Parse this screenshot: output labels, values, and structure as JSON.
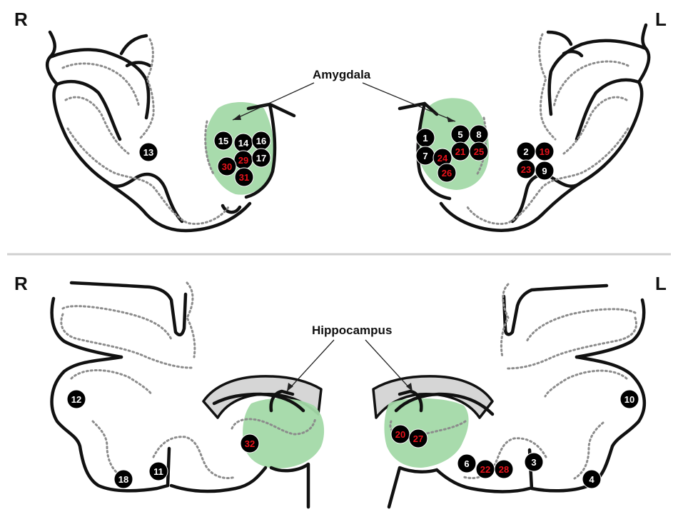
{
  "panels": {
    "top": {
      "left_side_label": "R",
      "right_side_label": "L",
      "structure_label": "Amygdala"
    },
    "bottom": {
      "left_side_label": "R",
      "right_side_label": "L",
      "structure_label": "Hippocampus"
    }
  },
  "colors": {
    "marker_fill": "#000000",
    "label_white": "#ffffff",
    "label_red": "#e8121b",
    "structure_fill": "#a3d9a8",
    "separator": "#d0d0d0"
  },
  "markers": [
    {
      "id": "13",
      "panel": "top",
      "color": "white"
    },
    {
      "id": "15",
      "panel": "top",
      "color": "white"
    },
    {
      "id": "14",
      "panel": "top",
      "color": "white"
    },
    {
      "id": "16",
      "panel": "top",
      "color": "white"
    },
    {
      "id": "29",
      "panel": "top",
      "color": "red"
    },
    {
      "id": "17",
      "panel": "top",
      "color": "white"
    },
    {
      "id": "30",
      "panel": "top",
      "color": "red"
    },
    {
      "id": "31",
      "panel": "top",
      "color": "red"
    },
    {
      "id": "1",
      "panel": "top",
      "color": "white"
    },
    {
      "id": "5",
      "panel": "top",
      "color": "white"
    },
    {
      "id": "8",
      "panel": "top",
      "color": "white"
    },
    {
      "id": "7",
      "panel": "top",
      "color": "white"
    },
    {
      "id": "24",
      "panel": "top",
      "color": "red"
    },
    {
      "id": "21",
      "panel": "top",
      "color": "red"
    },
    {
      "id": "25",
      "panel": "top",
      "color": "red"
    },
    {
      "id": "26",
      "panel": "top",
      "color": "red"
    },
    {
      "id": "2",
      "panel": "top",
      "color": "white"
    },
    {
      "id": "19",
      "panel": "top",
      "color": "red"
    },
    {
      "id": "23",
      "panel": "top",
      "color": "red"
    },
    {
      "id": "9",
      "panel": "top",
      "color": "white"
    },
    {
      "id": "12",
      "panel": "bottom",
      "color": "white"
    },
    {
      "id": "18",
      "panel": "bottom",
      "color": "white"
    },
    {
      "id": "11",
      "panel": "bottom",
      "color": "white"
    },
    {
      "id": "32",
      "panel": "bottom",
      "color": "red"
    },
    {
      "id": "20",
      "panel": "bottom",
      "color": "red"
    },
    {
      "id": "27",
      "panel": "bottom",
      "color": "red"
    },
    {
      "id": "6",
      "panel": "bottom",
      "color": "white"
    },
    {
      "id": "22",
      "panel": "bottom",
      "color": "red"
    },
    {
      "id": "28",
      "panel": "bottom",
      "color": "red"
    },
    {
      "id": "3",
      "panel": "bottom",
      "color": "white"
    },
    {
      "id": "10",
      "panel": "bottom",
      "color": "white"
    },
    {
      "id": "4",
      "panel": "bottom",
      "color": "white"
    }
  ]
}
